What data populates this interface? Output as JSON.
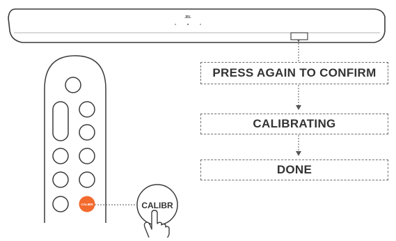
{
  "device": {
    "brand_logo": "JBL"
  },
  "remote": {
    "calibrate_button_label": "CALIBR"
  },
  "zoom_callout": {
    "label": "CALIBR"
  },
  "steps": [
    {
      "label": "PRESS AGAIN TO CONFIRM"
    },
    {
      "label": "CALIBRATING"
    },
    {
      "label": "DONE"
    }
  ],
  "colors": {
    "accent": "#f26a2e",
    "line": "#3a3a3a",
    "dashed": "#6a6a6a",
    "text": "#333333",
    "background": "#ffffff"
  },
  "icons": [
    "soundbar",
    "remote-control",
    "hand-pointer-icon",
    "arrow-down-icon"
  ]
}
